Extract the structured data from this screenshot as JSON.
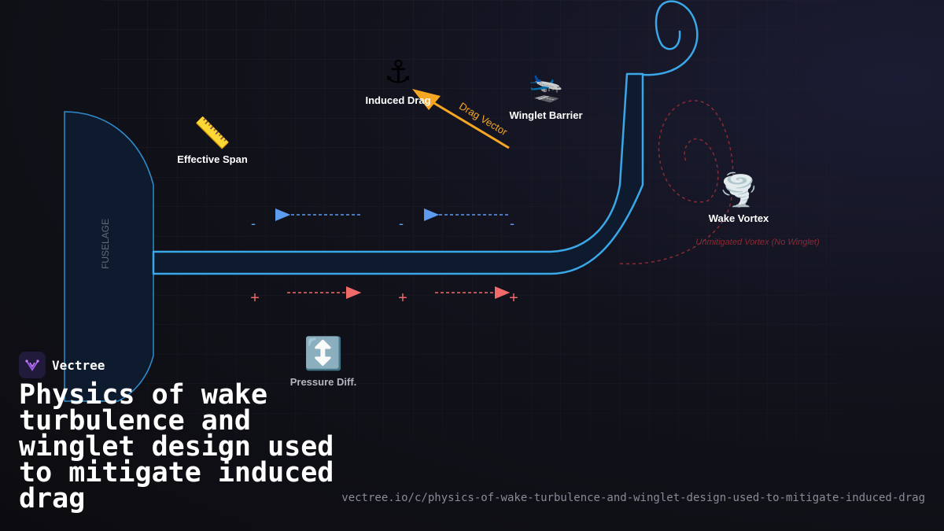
{
  "brand": {
    "name": "Vectree"
  },
  "title": "Physics of wake turbulence and winglet design used to mitigate induced drag",
  "url": "vectree.io/c/physics-of-wake-turbulence-and-winglet-design-used-to-mitigate-induced-drag",
  "diagram": {
    "fuselage_label": "FUSELAGE",
    "drag_vector_label": "Drag Vector",
    "unmitigated_label": "Unmitigated Vortex (No Winglet)",
    "minus_sign": "-",
    "plus_sign": "+",
    "nodes": [
      {
        "id": "induced-drag",
        "label": "Induced Drag",
        "icon": "anchor-icon",
        "glyph": "⚓"
      },
      {
        "id": "winglet-barrier",
        "label": "Winglet Barrier",
        "icon": "airplane-icon",
        "glyph": "🛬"
      },
      {
        "id": "effective-span",
        "label": "Effective Span",
        "icon": "ruler-icon",
        "glyph": "📏"
      },
      {
        "id": "wake-vortex",
        "label": "Wake Vortex",
        "icon": "tornado-icon",
        "glyph": "🌪️"
      },
      {
        "id": "pressure-diff",
        "label": "Pressure Diff.",
        "icon": "up-down-arrow-icon",
        "glyph": "↕️"
      }
    ]
  },
  "colors": {
    "wing_stroke": "#3aa8e8",
    "wing_fill": "#0e1a2e",
    "low_pressure": "#5b9bf0",
    "high_pressure": "#f06a6a",
    "drag_vector": "#f5a623",
    "unmitigated_vortex": "#8a2a35"
  }
}
